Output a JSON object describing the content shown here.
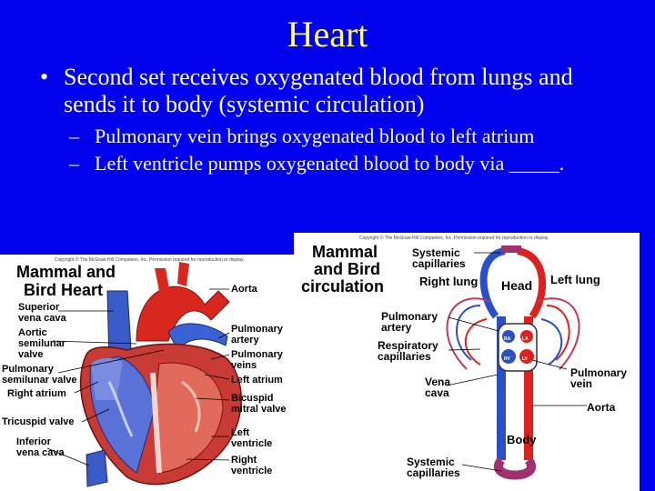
{
  "slide": {
    "title": "Heart",
    "bullet": "Second set receives oxygenated blood from lungs and sends it to body (systemic circulation)",
    "subbullets": [
      "Pulmonary vein brings oxygenated blood to left atrium",
      "Left ventricle pumps oxygenated blood to body via _____."
    ],
    "bullet_marker": "•",
    "dash_marker": "–"
  },
  "left_figure": {
    "copyright": "Copyright © The McGraw-Hill Companies, Inc. Permission required for reproduction or display.",
    "heading_line1": "Mammal and",
    "heading_line2": "Bird Heart",
    "labels": {
      "superior_vena_cava": [
        "Superior",
        "vena cava"
      ],
      "aortic_valve": [
        "Aortic",
        "semilunar",
        "valve"
      ],
      "pulmonary_valve": [
        "Pulmonary",
        "semilunar valve"
      ],
      "right_atrium": "Right atrium",
      "tricuspid": "Tricuspid valve",
      "inferior_vena_cava": [
        "Inferior",
        "vena cava"
      ],
      "aorta": "Aorta",
      "pulmonary_artery": [
        "Pulmonary",
        "artery"
      ],
      "pulmonary_veins": [
        "Pulmonary",
        "veins"
      ],
      "left_atrium": "Left atrium",
      "bicuspid": [
        "Bicuspid",
        "mitral valve"
      ],
      "left_ventricle": [
        "Left",
        "ventricle"
      ],
      "right_ventricle": [
        "Right",
        "ventricle"
      ]
    }
  },
  "right_figure": {
    "copyright": "Copyright © The McGraw-Hill Companies, Inc. Permission required for reproduction or display.",
    "heading": [
      "Mammal",
      "and Bird",
      "circulation"
    ],
    "labels": {
      "systemic_top": [
        "Systemic",
        "capillaries"
      ],
      "right_lung": "Right lung",
      "head": "Head",
      "left_lung": "Left lung",
      "pulmonary_artery": [
        "Pulmonary",
        "artery"
      ],
      "respiratory": [
        "Respiratory",
        "capillaries"
      ],
      "vena_cava": [
        "Vena",
        "cava"
      ],
      "pulmonary_vein": [
        "Pulmonary",
        "vein"
      ],
      "aorta": "Aorta",
      "body": "Body",
      "systemic_bottom": [
        "Systemic",
        "capillaries"
      ],
      "ra": "RA",
      "la": "LA",
      "rv": "RV",
      "lv": "LV"
    }
  },
  "colors": {
    "background": "#0000ee",
    "title": "#ffff66",
    "text": "#ffffff",
    "oxygenated": "#e0201c",
    "deoxygenated": "#2a4fc8"
  }
}
